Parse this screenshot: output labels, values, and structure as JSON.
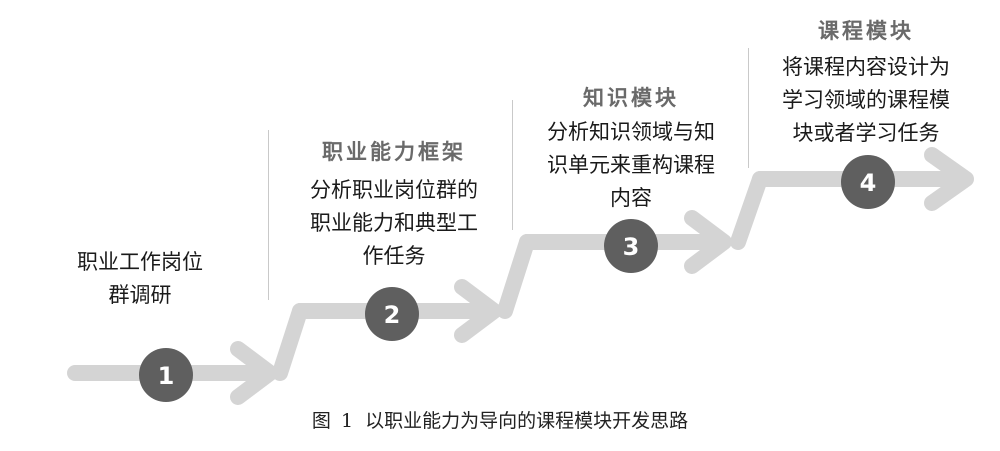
{
  "colors": {
    "arrow": "#d4d4d4",
    "circle": "#5f5f5f",
    "title_text": "#6a6a6a",
    "body_text": "#1a1a1a"
  },
  "steps": [
    {
      "number": "1",
      "title": "",
      "description": "职业工作岗位\n群调研"
    },
    {
      "number": "2",
      "title": "职业能力框架",
      "description": "分析职业岗位群的\n职业能力和典型工\n作任务"
    },
    {
      "number": "3",
      "title": "知识模块",
      "description": "分析知识领域与知\n识单元来重构课程\n内容"
    },
    {
      "number": "4",
      "title": "课程模块",
      "description": "将课程内容设计为\n学习领域的课程模\n块或者学习任务"
    }
  ],
  "caption": {
    "figure_label": "图 1",
    "text": "以职业能力为导向的课程模块开发思路"
  }
}
